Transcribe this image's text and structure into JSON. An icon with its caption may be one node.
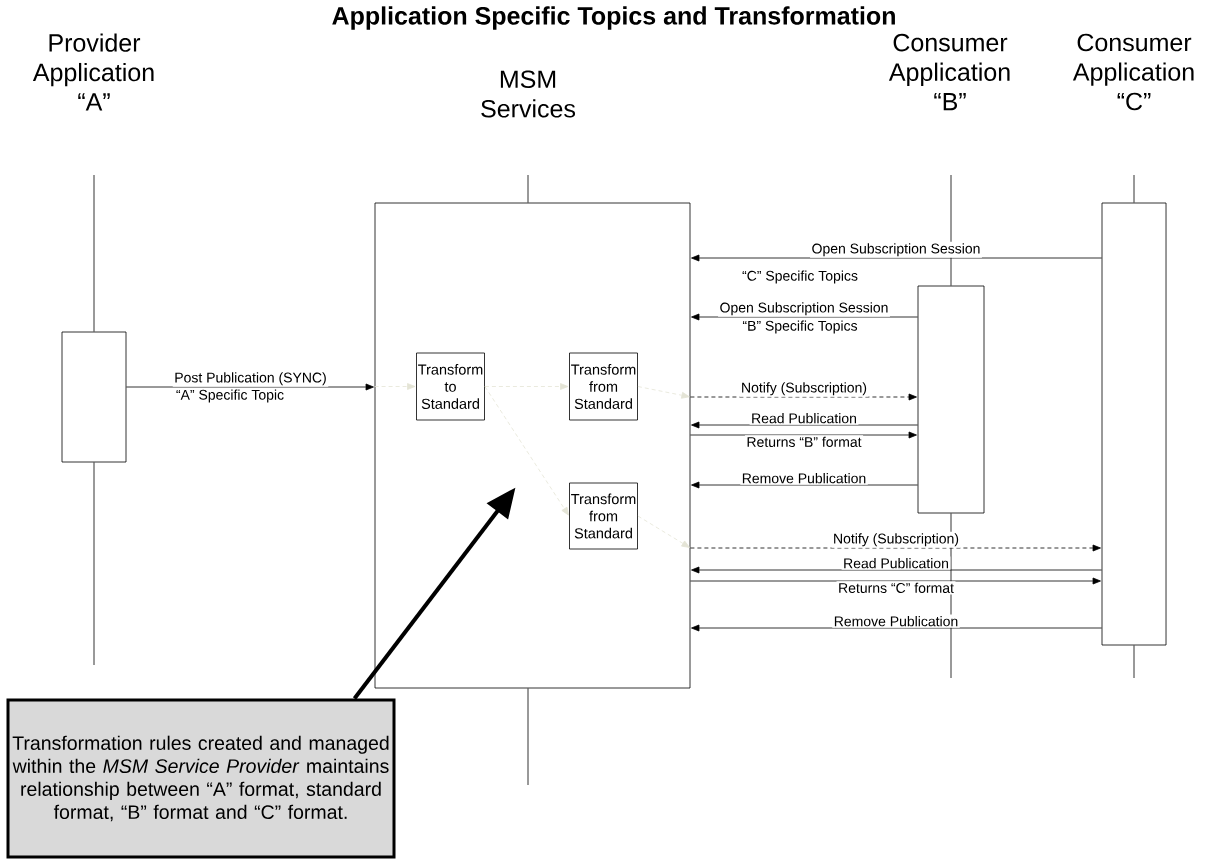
{
  "diagram": {
    "title": "Application Specific Topics and Transformation",
    "nodes": [
      {
        "text": [
          "Provider Application “A”"
        ]
      },
      {
        "text": [
          "MSM Services"
        ]
      },
      {
        "text": [
          "Consumer Application “B”"
        ]
      },
      {
        "text": [
          "Consumer Application “C”"
        ]
      },
      {
        "text": [],
        "shape": "box"
      },
      {
        "text": [],
        "shape": "box"
      },
      {
        "text": [
          "Transform to Standard"
        ],
        "in": 5
      },
      {
        "text": [
          "Transform from Standard"
        ],
        "in": 5
      },
      {
        "text": [
          "Transform from Standard"
        ],
        "in": 5
      },
      {
        "text": [],
        "shape": "box"
      },
      {
        "text": [],
        "shape": "box"
      },
      {
        "text": [
          "Transformation rules created and managed within the *MSM Service Provider* maintains relationship between “A” format, standard format, “B” format and “C” format."
        ]
      }
    ],
    "edges": [
      {
        "from": 4,
        "to": 5,
        "arrow": "to",
        "label": "Post Publication (SYNC)"
      },
      {
        "from": 5,
        "to": 6,
        "arrow": "to",
        "style": "dashed",
        "color": "#e4e4d6"
      },
      {
        "from": 6,
        "to": 7,
        "arrow": "to",
        "style": "dashed",
        "color": "#e4e4d6"
      },
      {
        "from": 6,
        "to": 8,
        "arrow": "to",
        "style": "dashed",
        "color": "#e4e4d6"
      },
      {
        "from": 7,
        "to": 5,
        "arrow": "to",
        "style": "dashed",
        "color": "#e4e4d6"
      },
      {
        "from": 8,
        "to": 5,
        "arrow": "to",
        "style": "dashed",
        "color": "#e4e4d6"
      },
      {
        "from": 10,
        "to": 5,
        "arrow": "to",
        "label": "Open Subscription Session"
      },
      {
        "from": 9,
        "to": 5,
        "arrow": "to",
        "label": "Open Subscription Session"
      },
      {
        "from": 5,
        "to": 9,
        "arrow": "to",
        "label": "Notify (Subscription)",
        "style": "dashed"
      },
      {
        "from": 9,
        "to": 5,
        "arrow": "to",
        "label": "Read Publication"
      },
      {
        "from": 5,
        "to": 9,
        "arrow": "to",
        "label": "Returns “B” format"
      },
      {
        "from": 9,
        "to": 5,
        "arrow": "to",
        "label": "Remove Publication"
      },
      {
        "from": 5,
        "to": 10,
        "arrow": "to",
        "label": "Notify (Subscription)",
        "style": "dashed"
      },
      {
        "from": 10,
        "to": 5,
        "arrow": "to",
        "label": "Read Publication"
      },
      {
        "from": 5,
        "to": 10,
        "arrow": "to",
        "label": "Returns “C” format"
      },
      {
        "from": 10,
        "to": 5,
        "arrow": "to",
        "label": "Remove Publication"
      },
      {
        "from": 11,
        "to": 5,
        "arrow": "to",
        "style": "thick"
      }
    ],
    "labels": [
      "“A” Specific Topic",
      "“C” Specific Topics",
      "“B” Specific Topics"
    ]
  }
}
